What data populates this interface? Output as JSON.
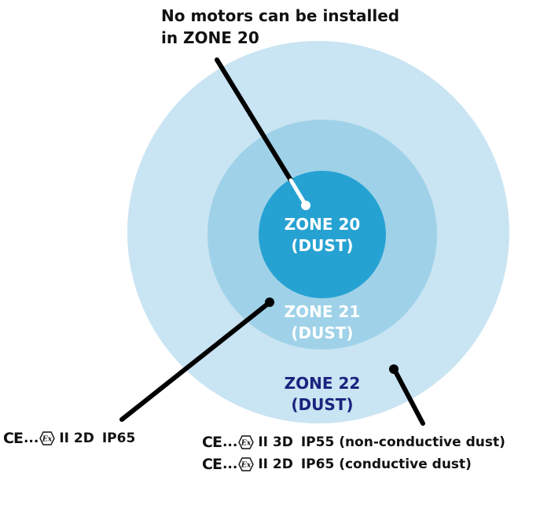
{
  "note": {
    "line1": "No motors can be installed",
    "line2": "in ZONE 20"
  },
  "zones": {
    "zone20": {
      "name": "ZONE 20",
      "type": "(DUST)"
    },
    "zone21": {
      "name": "ZONE 21",
      "type": "(DUST)"
    },
    "zone22": {
      "name": "ZONE 22",
      "type": "(DUST)"
    }
  },
  "markings": {
    "ce": "CE",
    "ellipsis": "...",
    "ex_symbol": "Ex",
    "zone21_marking": {
      "category": "II 2D",
      "ip": "IP65"
    },
    "zone22_nonconductive": {
      "category": "II 3D",
      "ip": "IP55 (non-conductive dust)"
    },
    "zone22_conductive": {
      "category": "II 2D",
      "ip": "IP65 (conductive dust)"
    }
  },
  "colors": {
    "zone22_fill": "#c9e4f2",
    "zone21_fill": "#9fd2e8",
    "zone20_fill": "#26a2d2",
    "zone22_text": "#1a237e",
    "leader": "#000000"
  }
}
